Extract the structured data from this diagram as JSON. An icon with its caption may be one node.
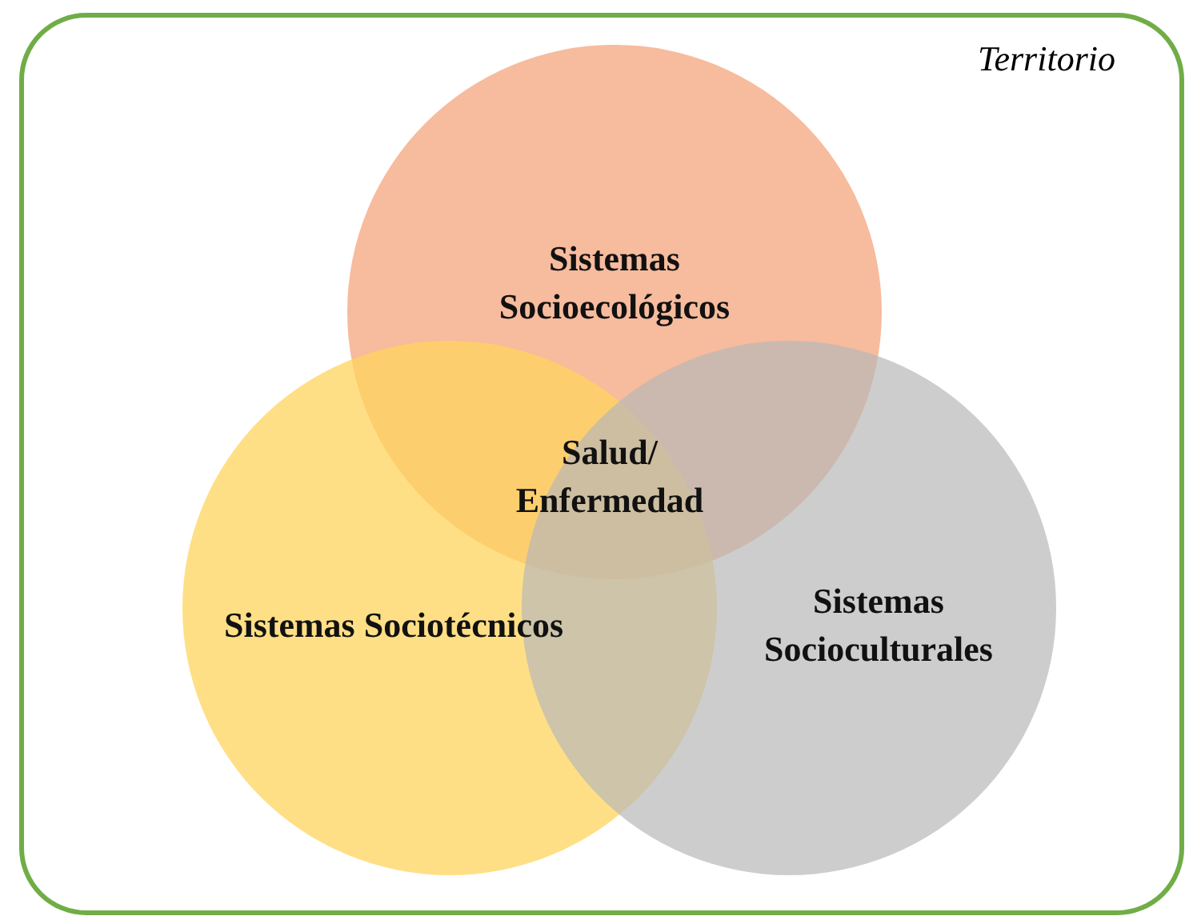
{
  "diagram": {
    "nodes": [
      {
        "text": [
          "Territorio"
        ]
      },
      {
        "text": [
          "Sistemas Socioecológicos"
        ],
        "in": 0
      },
      {
        "text": [
          "Sistemas Sociotécnicos"
        ],
        "in": 0
      },
      {
        "text": [
          "Sistemas Socioculturales"
        ],
        "in": 0
      }
    ],
    "labels": [
      "Salud/ Enfermedad"
    ]
  }
}
